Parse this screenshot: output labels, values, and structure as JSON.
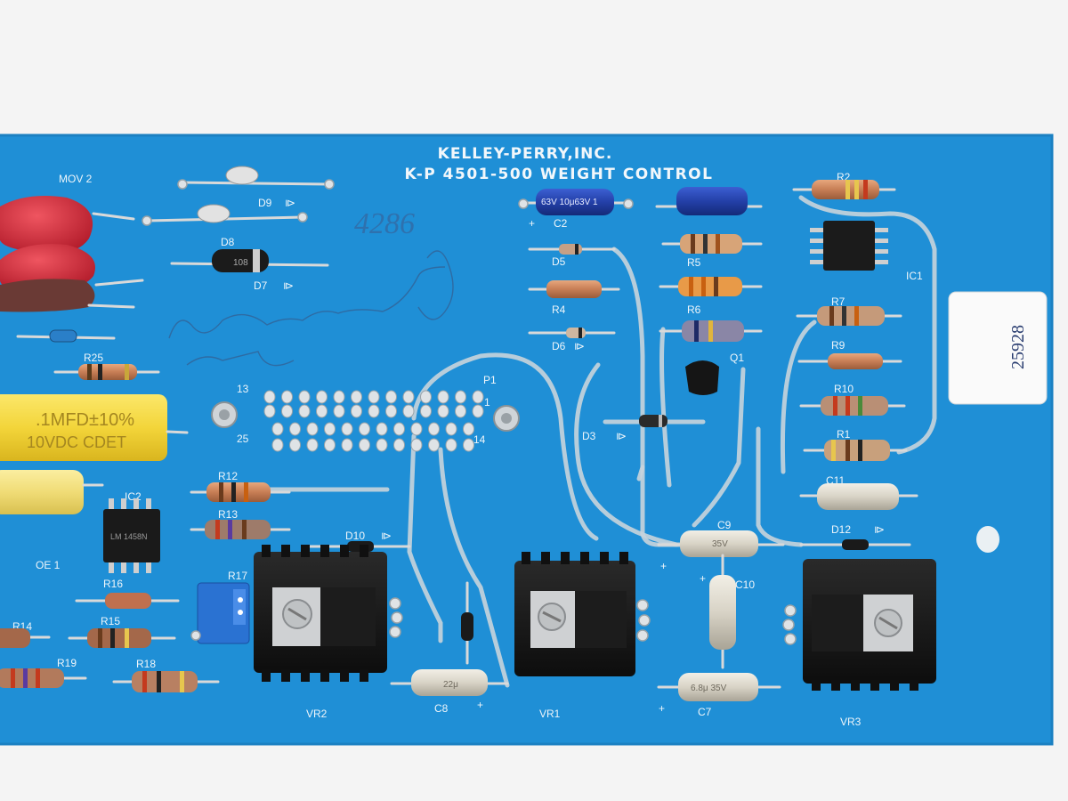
{
  "board": {
    "manufacturer": "KELLEY-PERRY,INC.",
    "product": "K-P 4501-500 WEIGHT CONTROL",
    "handwritten_number": "4286",
    "colors": {
      "pcb": "#1f8fd6",
      "background": "#f4f4f4",
      "silkscreen": "#f2f7fb"
    }
  },
  "labels": {
    "mov2": "MOV 2",
    "d9": "D9",
    "d7": "D7",
    "d8": "D8",
    "r25": "R25",
    "p1": "P1",
    "pin13": "13",
    "pin1": "1",
    "pin25": "25",
    "pin14": "14",
    "c2": "C2",
    "d5": "D5",
    "r4": "R4",
    "d6": "D6",
    "d3": "D3",
    "r5": "R5",
    "r6": "R6",
    "q1": "Q1",
    "r2": "R2",
    "ic1": "IC1",
    "r7": "R7",
    "r9": "R9",
    "r10": "R10",
    "r1": "R1",
    "c11": "C11",
    "d12": "D12",
    "c9": "C9",
    "c10": "C10",
    "c7": "C7",
    "c8": "C8",
    "d10": "D10",
    "r12": "R12",
    "r13": "R13",
    "ic2": "IC2",
    "oe1": "OE 1",
    "r16": "R16",
    "r17": "R17",
    "r15": "R15",
    "r14": "R14",
    "r19": "R19",
    "r18": "R18",
    "vr2": "VR2",
    "vr1": "VR1",
    "vr3": "VR3"
  },
  "components": {
    "yellow_cap_1": ".1MFD±10%",
    "yellow_cap_1_line2": "10VDC CDET",
    "c2_marking": "63V 10μ63V 1",
    "c8_marking": "22μ",
    "c7_marking": "6.8μ 35V",
    "c9_marking": "35V",
    "ic_marking": "LM 1458N",
    "sticker": "25928"
  }
}
